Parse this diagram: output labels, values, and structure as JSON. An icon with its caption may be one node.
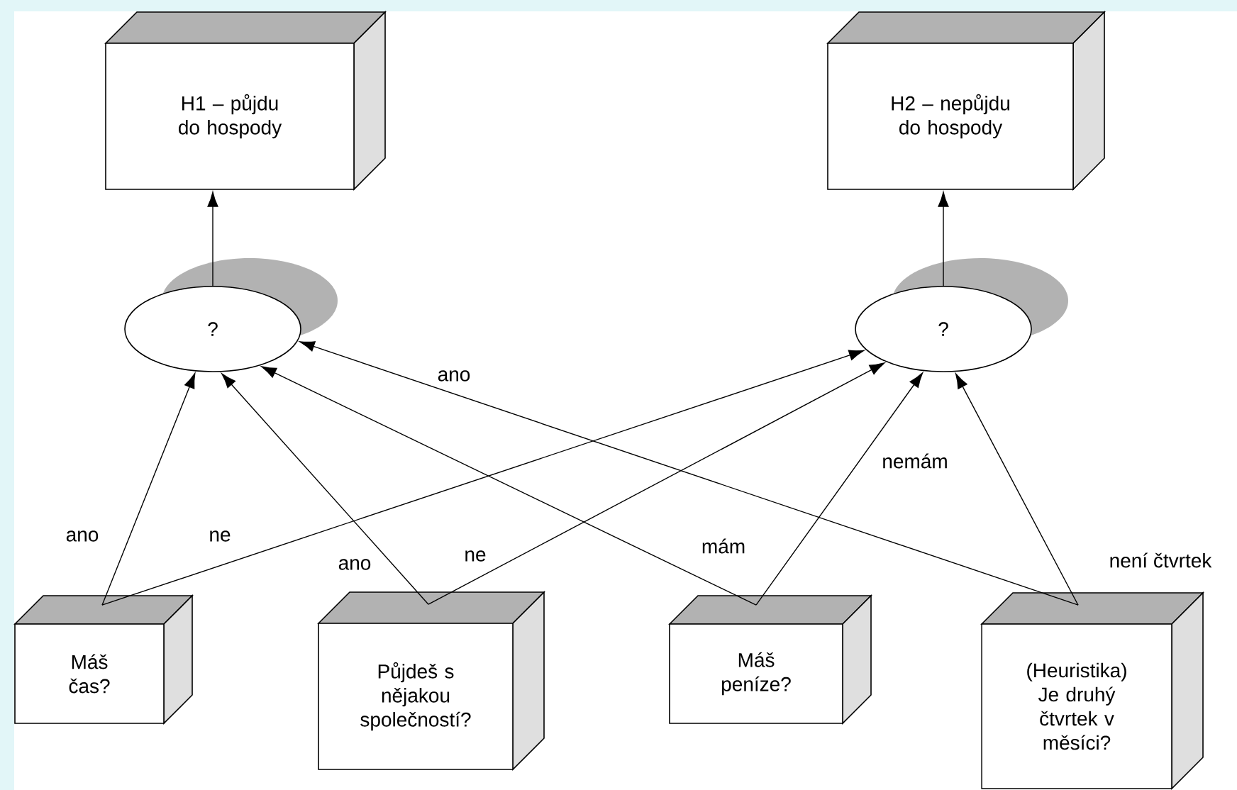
{
  "diagram": {
    "nodes": [
      {
        "text": [
          "H1 – půjdu do hospody"
        ]
      },
      {
        "text": [
          "H2 – nepůjdu do hospody"
        ]
      },
      {
        "text": [
          "?"
        ]
      },
      {
        "text": [
          "?"
        ]
      },
      {
        "text": [
          "Máš čas?"
        ]
      },
      {
        "text": [
          "Půjdeš s nějakou společností?"
        ]
      },
      {
        "text": [
          "Máš peníze?"
        ]
      },
      {
        "text": [
          "(Heuristika) Je druhý čtvrtek v měsíci?"
        ]
      }
    ],
    "edges": [
      {
        "from": 2,
        "to": 0,
        "arrow": "to"
      },
      {
        "from": 3,
        "to": 1,
        "arrow": "to"
      },
      {
        "from": 4,
        "to": 2,
        "arrow": "to",
        "label": "ano"
      },
      {
        "from": 4,
        "to": 3,
        "arrow": "to",
        "label": "ne"
      },
      {
        "from": 5,
        "to": 2,
        "arrow": "to",
        "label": "ano"
      },
      {
        "from": 5,
        "to": 3,
        "arrow": "to",
        "label": "ne"
      },
      {
        "from": 6,
        "to": 2,
        "arrow": "to",
        "label": "mám"
      },
      {
        "from": 6,
        "to": 3,
        "arrow": "to",
        "label": "nemám"
      },
      {
        "from": 7,
        "to": 2,
        "arrow": "to",
        "label": "ano"
      },
      {
        "from": 7,
        "to": 3,
        "arrow": "to",
        "label": "není čtvrtek"
      }
    ]
  }
}
